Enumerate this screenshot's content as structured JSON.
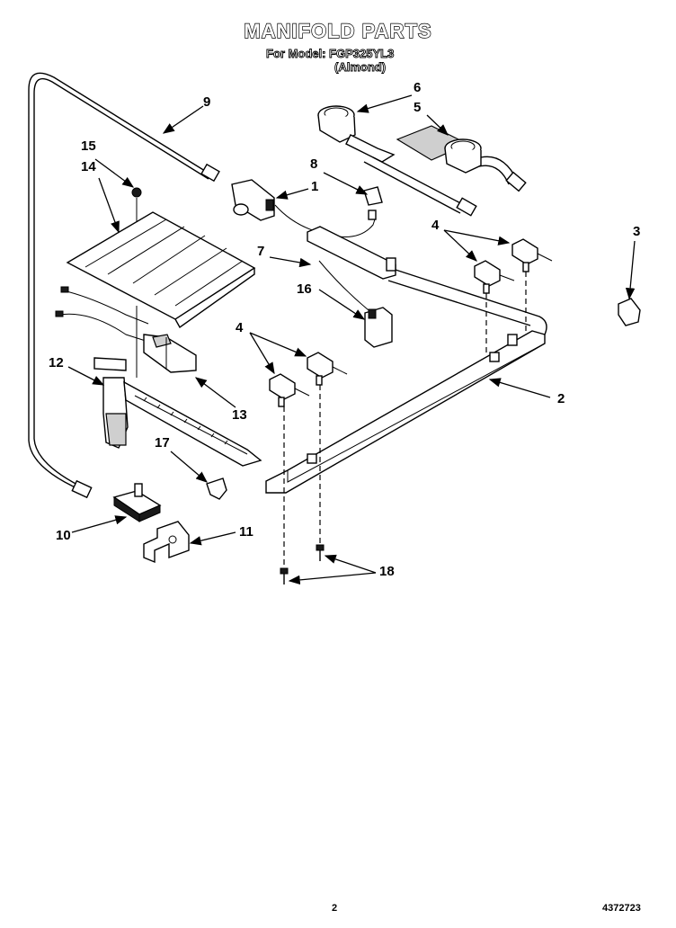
{
  "header": {
    "title": "MANIFOLD PARTS",
    "model_line": "For Model: FGP325YL3",
    "model_color": "(Almond)"
  },
  "callouts": {
    "c1": "1",
    "c2": "2",
    "c3": "3",
    "c4a": "4",
    "c4b": "4",
    "c5": "5",
    "c6": "6",
    "c7": "7",
    "c8": "8",
    "c9": "9",
    "c10": "10",
    "c11": "11",
    "c12": "12",
    "c13": "13",
    "c14": "14",
    "c15": "15",
    "c16": "16",
    "c17": "17",
    "c18": "18"
  },
  "footer": {
    "page_number": "2",
    "doc_code": "4372723"
  }
}
